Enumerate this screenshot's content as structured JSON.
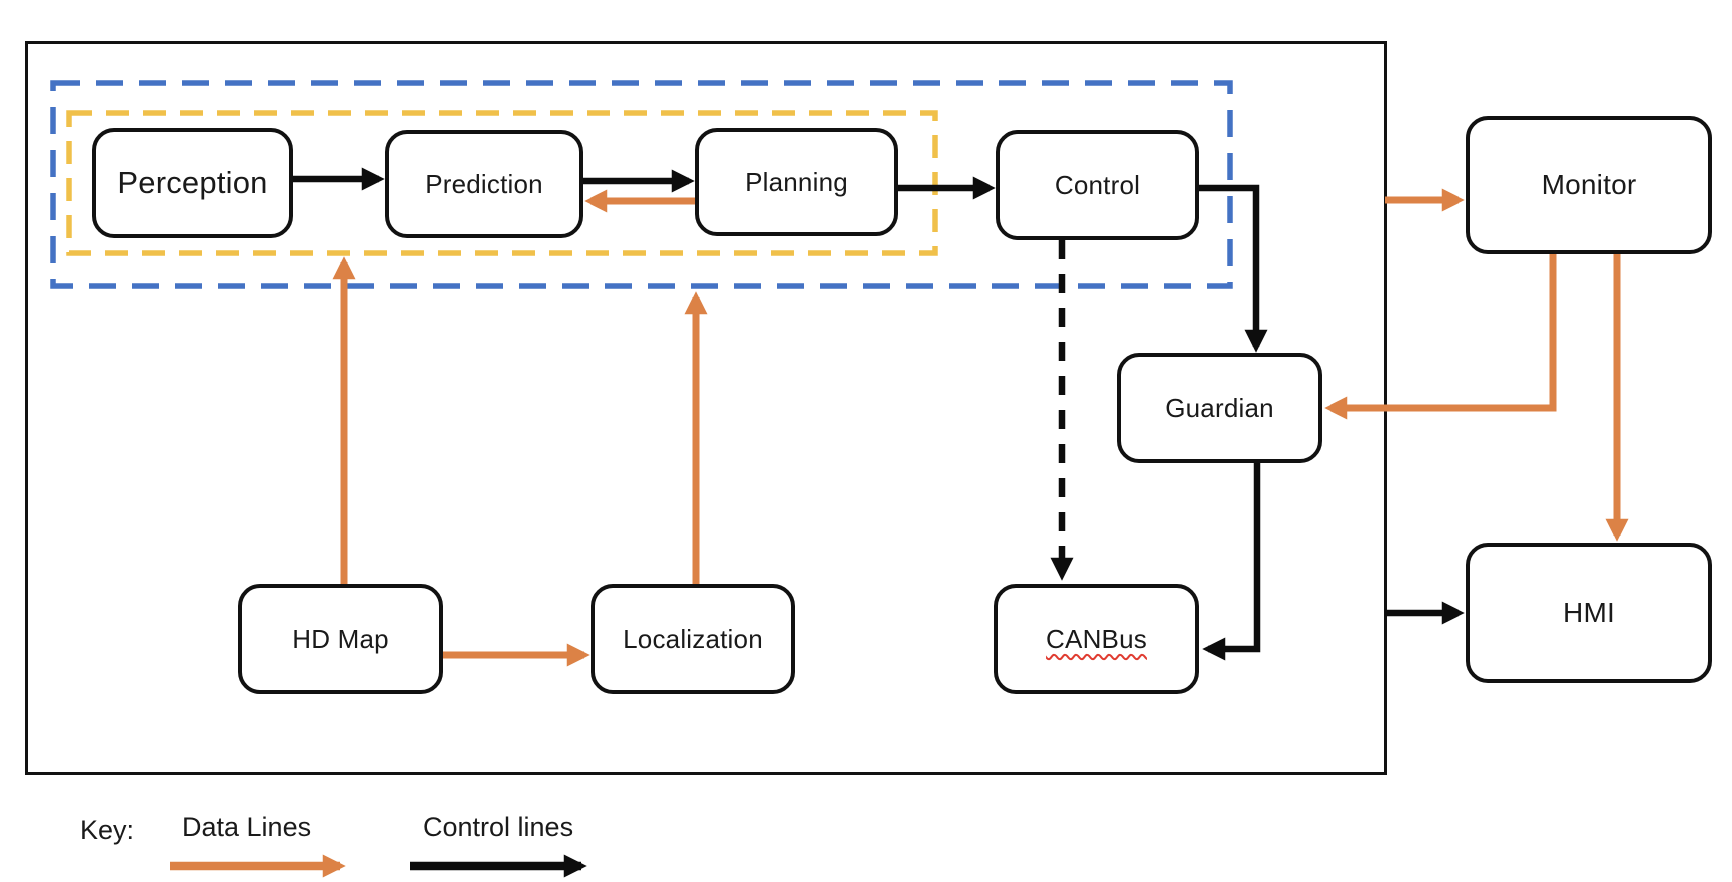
{
  "nodes": {
    "perception": {
      "label": "Perception"
    },
    "prediction": {
      "label": "Prediction"
    },
    "planning": {
      "label": "Planning"
    },
    "control": {
      "label": "Control"
    },
    "monitor": {
      "label": "Monitor"
    },
    "guardian": {
      "label": "Guardian"
    },
    "hmi": {
      "label": "HMI"
    },
    "hd_map": {
      "label": "HD Map"
    },
    "localization": {
      "label": "Localization"
    },
    "canbus": {
      "label": "CANBus"
    }
  },
  "key": {
    "title": "Key:",
    "data_lines_label": "Data Lines",
    "control_lines_label": "Control lines"
  },
  "colors": {
    "data_line_orange": "#DC8246",
    "control_line_black": "#0D0D0D",
    "group_dashed_blue": "#4472C4",
    "group_dashed_yellow": "#F0C04A",
    "box_border_black": "#111111",
    "spellcheck_squiggle_red": "#E03C31"
  }
}
